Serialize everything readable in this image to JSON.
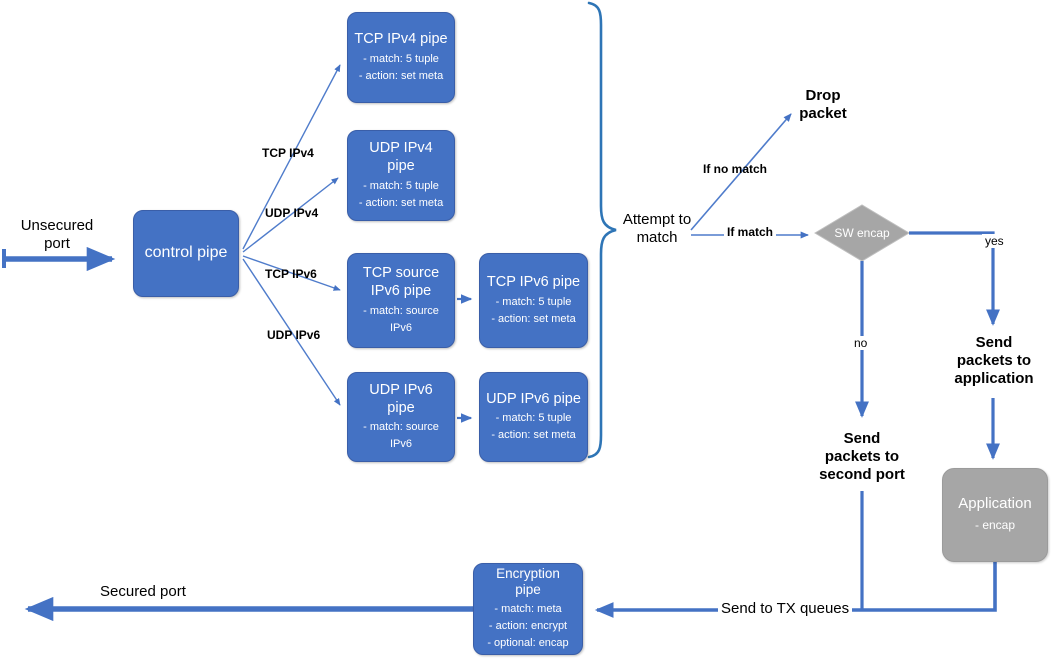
{
  "diagram": {
    "labels": {
      "unsecured_port": "Unsecured port",
      "secured_port": "Secured port",
      "attempt_to_match": "Attempt to match",
      "drop_packet": "Drop packet",
      "if_no_match": "If no match",
      "if_match": "If match",
      "yes": "yes",
      "no": "no",
      "send_packets_application": "Send packets to application",
      "send_packets_second_port": "Send packets to second port",
      "send_to_tx_queues": "Send to TX queues"
    },
    "edge_labels": {
      "tcp_ipv4": "TCP IPv4",
      "udp_ipv4": "UDP IPv4",
      "tcp_ipv6": "TCP IPv6",
      "udp_ipv6": "UDP IPv6"
    },
    "nodes": {
      "control_pipe": {
        "title": "control pipe"
      },
      "tcp_ipv4_pipe": {
        "title": "TCP IPv4 pipe",
        "lines": [
          "- match: 5 tuple",
          "- action: set meta"
        ]
      },
      "udp_ipv4_pipe": {
        "title": "UDP IPv4 pipe",
        "lines": [
          "- match: 5 tuple",
          "- action: set meta"
        ]
      },
      "tcp_source_ipv6_pipe": {
        "title": "TCP source IPv6 pipe",
        "lines": [
          "- match: source IPv6"
        ]
      },
      "udp_ipv6_source_pipe": {
        "title": "UDP IPv6  pipe",
        "lines": [
          "- match: source IPv6"
        ]
      },
      "tcp_ipv6_pipe": {
        "title": "TCP IPv6 pipe",
        "lines": [
          "- match: 5 tuple",
          "- action: set meta"
        ]
      },
      "udp_ipv6_pipe": {
        "title": "UDP IPv6  pipe",
        "lines": [
          "- match: 5 tuple",
          "- action: set meta"
        ]
      },
      "sw_encap_decision": {
        "title": "SW encap"
      },
      "application": {
        "title": "Application",
        "lines": [
          "- encap"
        ]
      },
      "encryption_pipe": {
        "title": "Encryption pipe",
        "lines": [
          "- match: meta",
          "- action: encrypt",
          "- optional: encap"
        ]
      }
    },
    "colors": {
      "node_blue": "#4472C4",
      "node_gray": "#A6A6A6",
      "arrow_blue": "#4472C4",
      "brace_blue": "#2E75B6",
      "text_black": "#000000",
      "node_text_white": "#FFFFFF"
    }
  }
}
